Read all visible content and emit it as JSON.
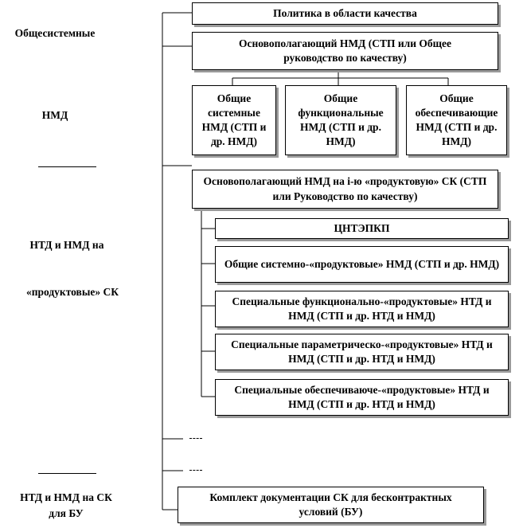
{
  "left_labels": {
    "obshchesistemnye": "Общесистемные",
    "nmd": "НМД",
    "ntd_nmd_na": "НТД и НМД на",
    "produktovye_sk": "«продуктовые» СК",
    "ntd_nmd_sk": "НТД и НМД на СК",
    "dlya_bu": "для БУ"
  },
  "boxes": {
    "politika": "Политика в области качества",
    "osnov_nmd": "Основополагающий НМД (СТП или Общее руководство по качеству)",
    "obshchie_sistemnye": "Общие системные НМД (СТП и др. НМД)",
    "obshchie_funktsionalnye": "Общие функциональные НМД (СТП и др. НМД)",
    "obshchie_obespechivayushchie": "Общие обеспечивающие НМД (СТП и др. НМД)",
    "osnov_nmd_produkt": "Основополагающий НМД на i-ю «продуктовую» СК (СТП или Руководство по качеству)",
    "tsntepkp": "ЦНТЭПКП",
    "obshchie_sist_produkt": "Общие системно-«продуктовые» НМД (СТП и др. НМД)",
    "spets_funkts": "Специальные функционально-«продуктовые» НТД и НМД (СТП и др. НТД и НМД)",
    "spets_param": "Специальные параметрическо-«продуктовые» НТД и НМД (СТП и др. НТД и НМД)",
    "spets_obesp": "Специальные обеспечиваюче-«продуктовые» НТД и НМД (СТП и др. НТД и НМД)",
    "komplekt": "Комплект документации СК для бесконтрактных условий (БУ)"
  },
  "ellipsis": {
    "first": "---",
    "second": "---"
  }
}
